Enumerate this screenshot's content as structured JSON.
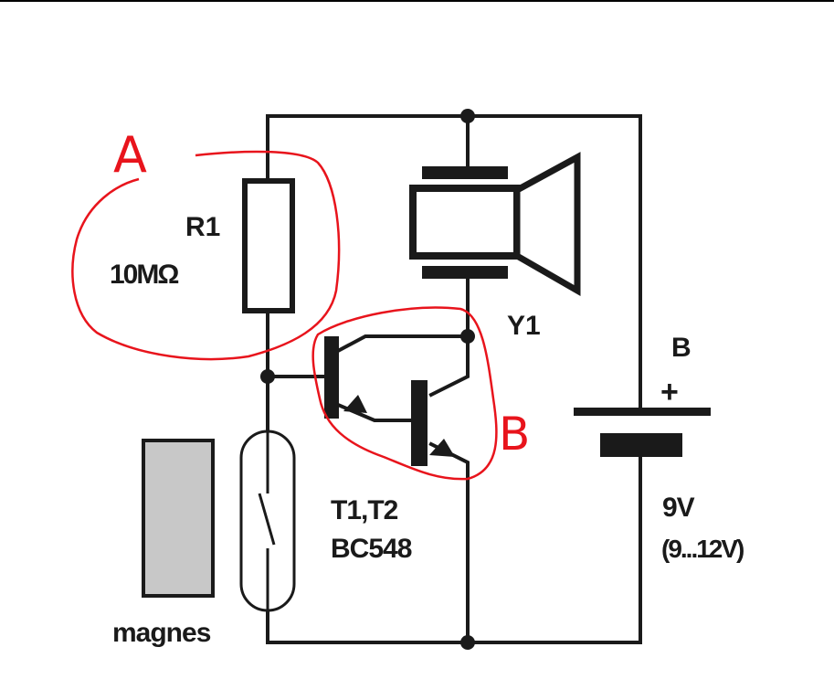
{
  "diagram": {
    "labels": {
      "r1_name": "R1",
      "r1_value": "10MΩ",
      "speaker_name": "Y1",
      "battery_name": "B",
      "battery_plus": "+",
      "battery_voltage": "9V",
      "battery_range": "(9...12V)",
      "transistor_names": "T1,T2",
      "transistor_type": "BC548",
      "magnet_label": "magnes"
    },
    "annotations": {
      "region_a": "A",
      "region_b": "B"
    },
    "colors": {
      "wire": "#1a1a1a",
      "annotation": "#e8141c",
      "magnet_fill": "#c8c8c8"
    }
  }
}
